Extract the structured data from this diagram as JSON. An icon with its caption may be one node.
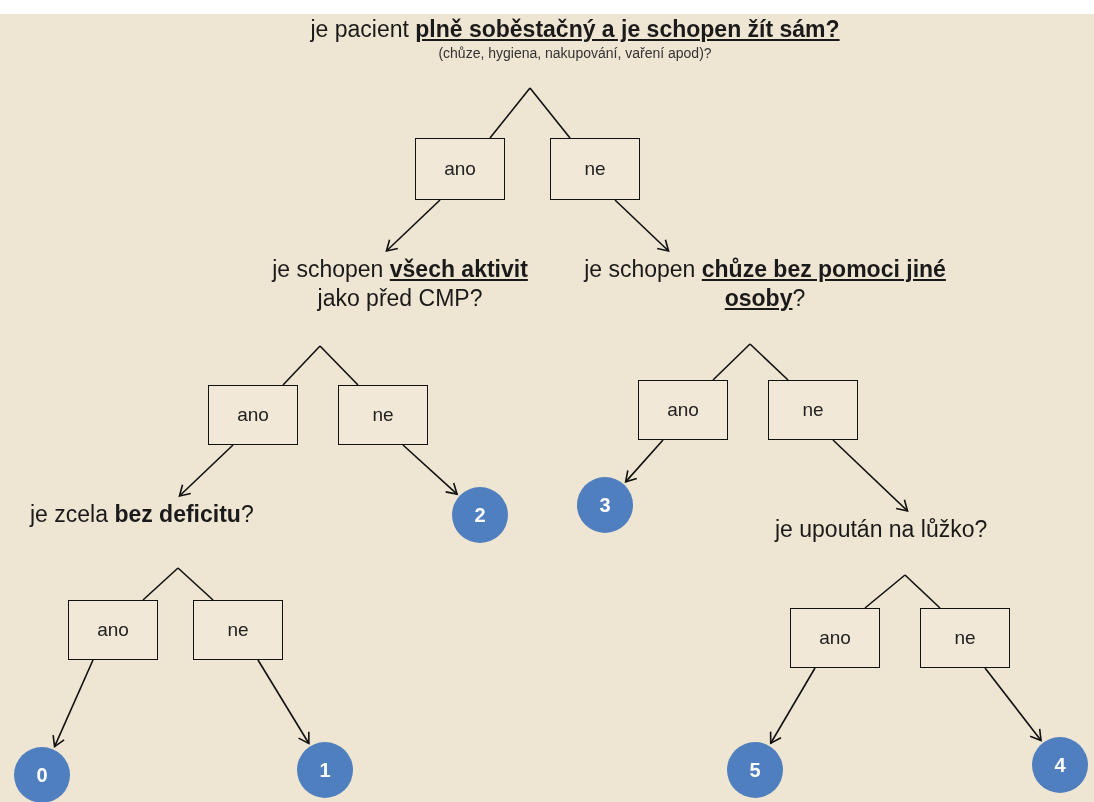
{
  "diagram": {
    "nodes": [
      {
        "text": [
          "je pacient **plně soběstačný a je schopen žít sám?**",
          "(chůze, hygiena, nakupování, vaření apod)?"
        ]
      },
      {
        "text": [
          "ano"
        ]
      },
      {
        "text": [
          "ne"
        ]
      },
      {
        "text": [
          "je schopen **všech aktivit** jako před CMP?"
        ]
      },
      {
        "text": [
          "je schopen **chůze bez pomoci jiné osoby**?"
        ]
      },
      {
        "text": [
          "ano"
        ]
      },
      {
        "text": [
          "ne"
        ]
      },
      {
        "text": [
          "ano"
        ]
      },
      {
        "text": [
          "ne"
        ]
      },
      {
        "text": [
          "je zcela **bez deficitu**?"
        ]
      },
      {
        "text": [
          "2"
        ]
      },
      {
        "text": [
          "3"
        ]
      },
      {
        "text": [
          "je upoután na lůžko?"
        ]
      },
      {
        "text": [
          "ano"
        ]
      },
      {
        "text": [
          "ne"
        ]
      },
      {
        "text": [
          "ano"
        ]
      },
      {
        "text": [
          "ne"
        ]
      },
      {
        "text": [
          "0"
        ]
      },
      {
        "text": [
          "1"
        ]
      },
      {
        "text": [
          "5"
        ]
      },
      {
        "text": [
          "4"
        ]
      }
    ],
    "edges": [
      {
        "from": 0,
        "to": 1,
        "arrow": "none"
      },
      {
        "from": 0,
        "to": 2,
        "arrow": "none"
      },
      {
        "from": 1,
        "to": 3,
        "arrow": "to"
      },
      {
        "from": 2,
        "to": 4,
        "arrow": "to"
      },
      {
        "from": 3,
        "to": 5,
        "arrow": "none"
      },
      {
        "from": 3,
        "to": 6,
        "arrow": "none"
      },
      {
        "from": 4,
        "to": 7,
        "arrow": "none"
      },
      {
        "from": 4,
        "to": 8,
        "arrow": "none"
      },
      {
        "from": 5,
        "to": 9,
        "arrow": "to"
      },
      {
        "from": 6,
        "to": 10,
        "arrow": "to"
      },
      {
        "from": 7,
        "to": 11,
        "arrow": "to"
      },
      {
        "from": 8,
        "to": 12,
        "arrow": "to"
      },
      {
        "from": 9,
        "to": 13,
        "arrow": "none"
      },
      {
        "from": 9,
        "to": 14,
        "arrow": "none"
      },
      {
        "from": 12,
        "to": 15,
        "arrow": "none"
      },
      {
        "from": 12,
        "to": 16,
        "arrow": "none"
      },
      {
        "from": 13,
        "to": 17,
        "arrow": "to"
      },
      {
        "from": 14,
        "to": 18,
        "arrow": "to"
      },
      {
        "from": 15,
        "to": 19,
        "arrow": "to"
      },
      {
        "from": 16,
        "to": 20,
        "arrow": "to"
      }
    ]
  }
}
